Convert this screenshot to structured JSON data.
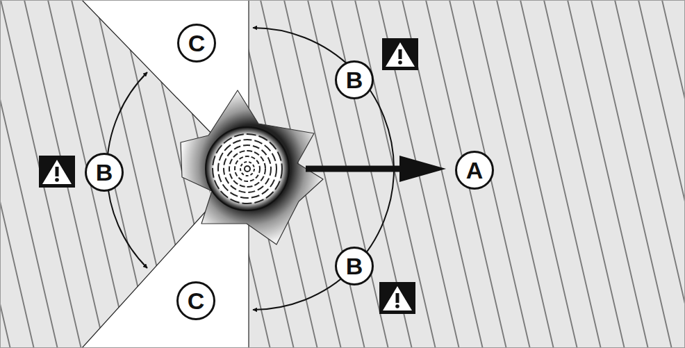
{
  "diagram": {
    "nodes": [
      {
        "text": [
          "C"
        ]
      },
      {
        "text": [
          "B"
        ]
      },
      {
        "text": [
          "B"
        ]
      },
      {
        "text": [
          "A"
        ]
      },
      {
        "text": [
          "B"
        ]
      },
      {
        "text": [
          "C"
        ]
      }
    ]
  }
}
